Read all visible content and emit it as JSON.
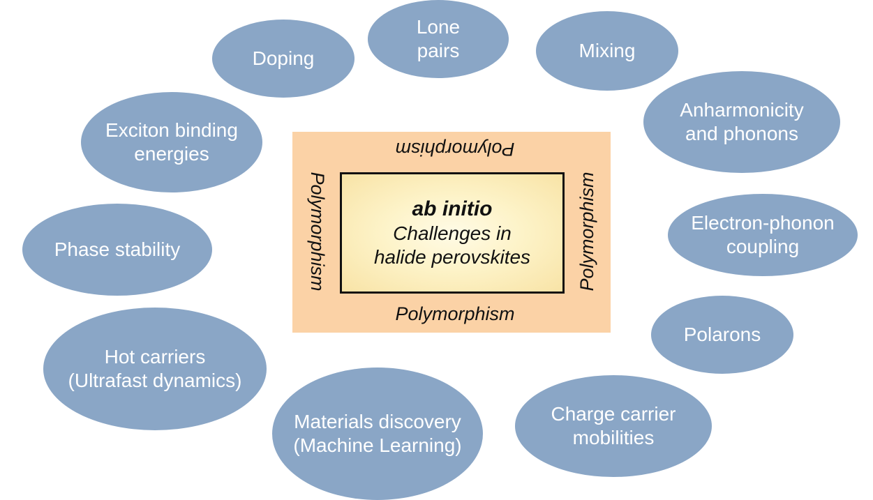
{
  "core": {
    "title": "ab initio",
    "subtitle_line1": "Challenges in",
    "subtitle_line2": "halide perovskites"
  },
  "frame_labels": {
    "top": "Polymorphism",
    "bottom": "Polymorphism",
    "left": "Polymorphism",
    "right": "Polymorphism"
  },
  "bubbles": {
    "lone_pairs": {
      "line1": "Lone",
      "line2": "pairs"
    },
    "doping": {
      "line1": "Doping"
    },
    "mixing": {
      "line1": "Mixing"
    },
    "exciton": {
      "line1": "Exciton binding",
      "line2": "energies"
    },
    "anharmonicity": {
      "line1": "Anharmonicity",
      "line2": "and phonons"
    },
    "phase_stability": {
      "line1": "Phase stability"
    },
    "electron_phonon": {
      "line1": "Electron-phonon",
      "line2": "coupling"
    },
    "polarons": {
      "line1": "Polarons"
    },
    "hot_carriers": {
      "line1": "Hot carriers",
      "line2": "(Ultrafast dynamics)"
    },
    "charge_carrier": {
      "line1": "Charge carrier",
      "line2": "mobilities"
    },
    "materials_discovery": {
      "line1": "Materials discovery",
      "line2": "(Machine Learning)"
    }
  },
  "colors": {
    "bubble_fill": "#8aa6c6",
    "bubble_text": "#ffffff",
    "frame_fill": "#fbd2a6",
    "core_border": "#111111"
  }
}
